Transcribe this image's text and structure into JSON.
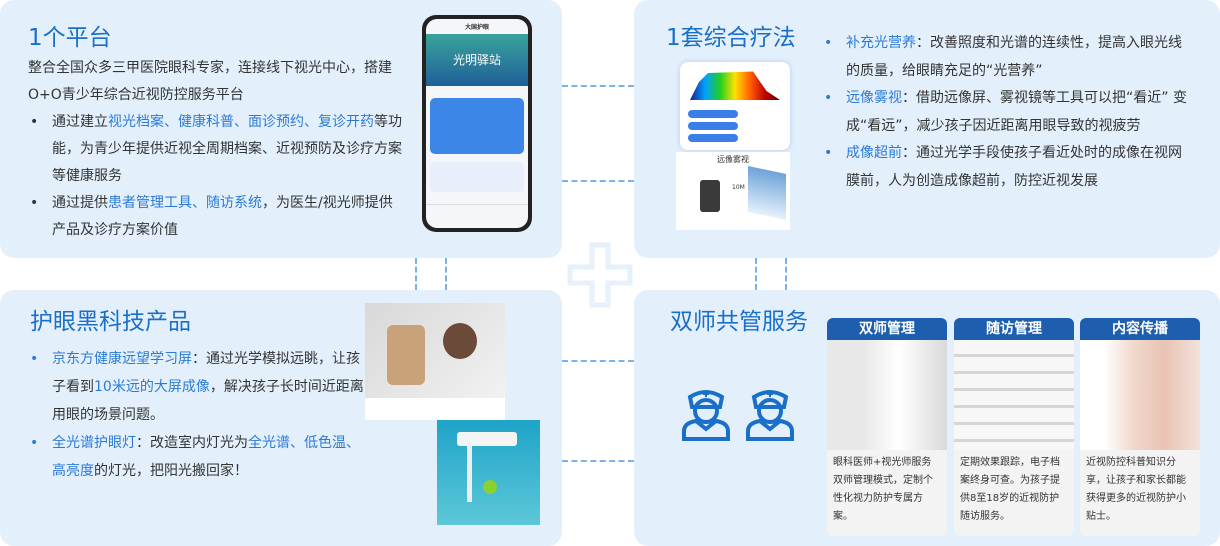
{
  "platform": {
    "title": "1个平台",
    "intro": "整合全国众多三甲医院眼科专家，连接线下视光中心，搭建O+O青少年综合近视防控服务平台",
    "b1_pre": "通过建立",
    "b1_hl": "视光档案、健康科普、面诊预约、复诊开药",
    "b1_post": "等功能，为青少年提供近视全周期档案、近视预防及诊疗方案等健康服务",
    "b2_pre": "通过提供",
    "b2_hl": "患者管理工具、随访系统",
    "b2_post": "，为医生/视光师提供产品及诊疗方案价值",
    "phone": {
      "header": "大国护眼",
      "banner": "光明驿站"
    }
  },
  "therapy": {
    "title": "1套综合疗法",
    "items": [
      {
        "hl": "补充光营养",
        "text": "：改善照度和光谱的连续性，提高入眼光线的质量，给眼睛充足的“光营养”"
      },
      {
        "hl": "远像雾视",
        "text": "：借助远像屏、雾视镜等工具可以把“看近” 变成“看远”，减少孩子因近距离用眼导致的视疲劳"
      },
      {
        "hl": "成像超前",
        "text": "：通过光学手段使孩子看近处时的成像在视网膜前，人为创造成像超前，防控近视发展"
      }
    ],
    "img_caption": "远像雾视",
    "distance": "10M"
  },
  "products": {
    "title": "护眼黑科技产品",
    "i1_hl": "京东方健康远望学习屏",
    "i1_a": "：通过光学模拟远眺，让孩子看到",
    "i1_hl2": "10米远的大屏成像",
    "i1_b": "，解决孩子长时间近距离用眼的场景问题。",
    "i2_hl": "全光谱护眼灯",
    "i2_a": "：改造室内灯光为",
    "i2_hl2": "全光谱、低色温、高亮度",
    "i2_b": "的灯光，把阳光搬回家！"
  },
  "service": {
    "title": "双师共管服务",
    "cards": [
      {
        "title": "双师管理",
        "desc": "眼科医师+视光师服务双师管理模式，定制个性化视力防护专属方案。"
      },
      {
        "title": "随访管理",
        "desc": "定期效果跟踪，电子档案终身可查。为孩子提供8至18岁的近视防护随访服务。"
      },
      {
        "title": "内容传播",
        "desc": "近视防控科普知识分享，让孩子和家长都能获得更多的近视防护小贴士。"
      }
    ]
  },
  "colors": {
    "accent": "#1a6fc9",
    "panel": "#e3f0fc",
    "card_header": "#1d5fae"
  }
}
